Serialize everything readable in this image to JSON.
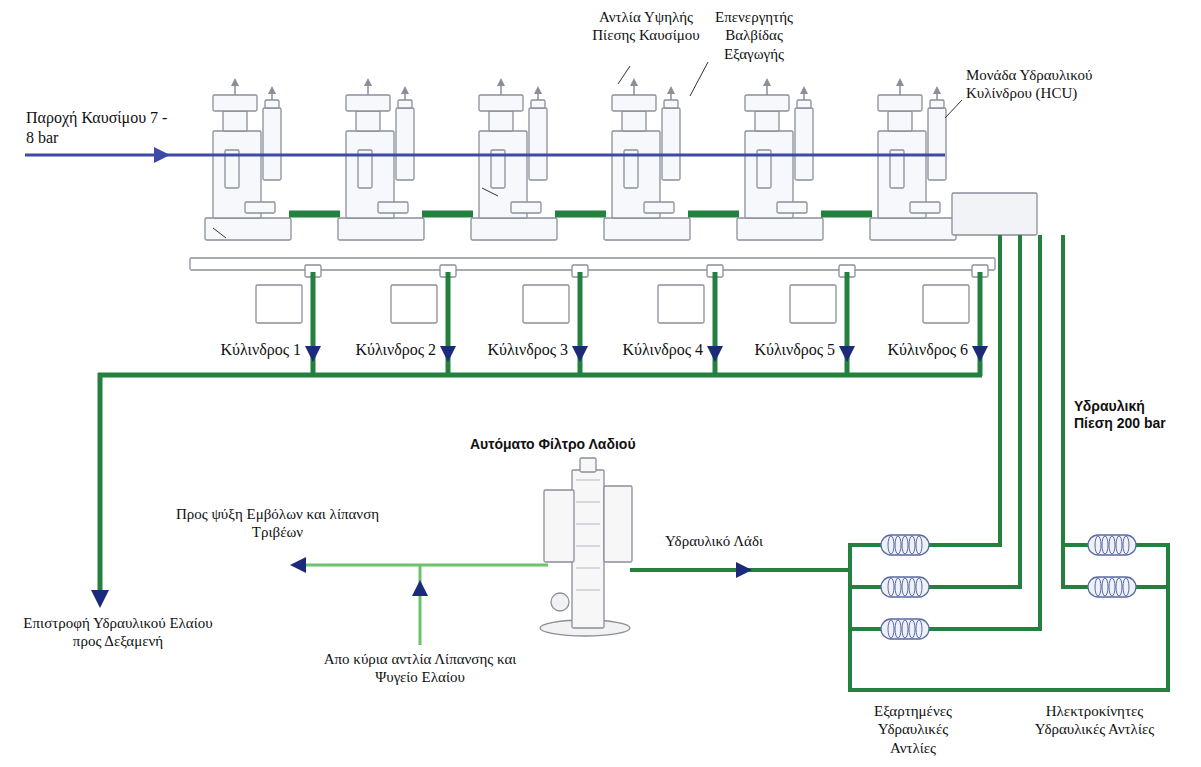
{
  "diagram": {
    "labels": [
      "Αντλία Υψηλής Πίεσης Καυσίμου",
      "Επενεργητής Βαλβίδας Εξαγωγής",
      "Παροχή Καυσίμου 7 - 8 bar",
      "Μονάδα Υδραυλικού Κυλίνδρου (HCU)",
      "Κύλινδρος 1",
      "Κύλινδρος 2",
      "Κύλινδρος 3",
      "Κύλινδρος 4",
      "Κύλινδρος 5",
      "Κύλινδρος 6",
      "Υδραυλική Πίεση 200 bar",
      "Αυτόματο Φίλτρο Λαδιού",
      "Προς ψύξη Εμβόλων και λίπανση Τριβέων",
      "Υδραυλικό Λάδι",
      "Επιστροφή Υδραυλικού Ελαίου προς Δεξαμενή",
      "Απο κύρια αντλία Λίπανσης και Ψυγείο Ελαίου",
      "Εξαρτημένες Υδραυλικές Αντλίες",
      "Ηλεκτροκίνητες Υδραυλικές Αντλίες"
    ]
  }
}
